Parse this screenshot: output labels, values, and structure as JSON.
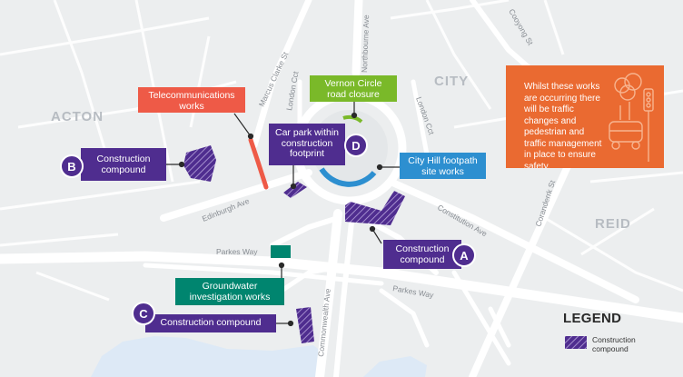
{
  "places": {
    "acton": "ACTON",
    "city": "CITY",
    "reid": "REID"
  },
  "roads": {
    "northbourne": "Northbourne Ave",
    "coyong": "Cooyong St",
    "marcus_clarke": "Marcus Clarke St",
    "london_cct_left": "London Cct",
    "london_cct_right": "London Cct",
    "edinburgh": "Edinburgh Ave",
    "constitution": "Constitution Ave",
    "coranderrk": "Coranderrk St",
    "parkes_way_left": "Parkes Way",
    "parkes_way_right": "Parkes Way",
    "commonwealth": "Commonwealth Ave"
  },
  "callouts": {
    "telecom": "Telecommunications works",
    "vernon": "Vernon Circle road closure",
    "carpark": "Car park within construction footprint",
    "cityhill": "City Hill footpath site works",
    "compound_a": "Construction compound",
    "compound_b": "Construction compound",
    "compound_c": "Construction compound",
    "groundwater": "Groundwater investigation works"
  },
  "badges": {
    "a": "A",
    "b": "B",
    "c": "C",
    "d": "D"
  },
  "info": {
    "text": "Whilst these works are occurring there will be traffic changes and pedestrian and traffic management in place to ensure safety."
  },
  "legend": {
    "title": "LEGEND",
    "item_label": "Construction compound"
  },
  "colors": {
    "purple": "#4f2d8f",
    "green": "#7ab929",
    "red": "#ee5a47",
    "blue": "#2d8fd0",
    "teal": "#00856f",
    "orange": "#ea6a31",
    "water": "#dde9f6"
  }
}
